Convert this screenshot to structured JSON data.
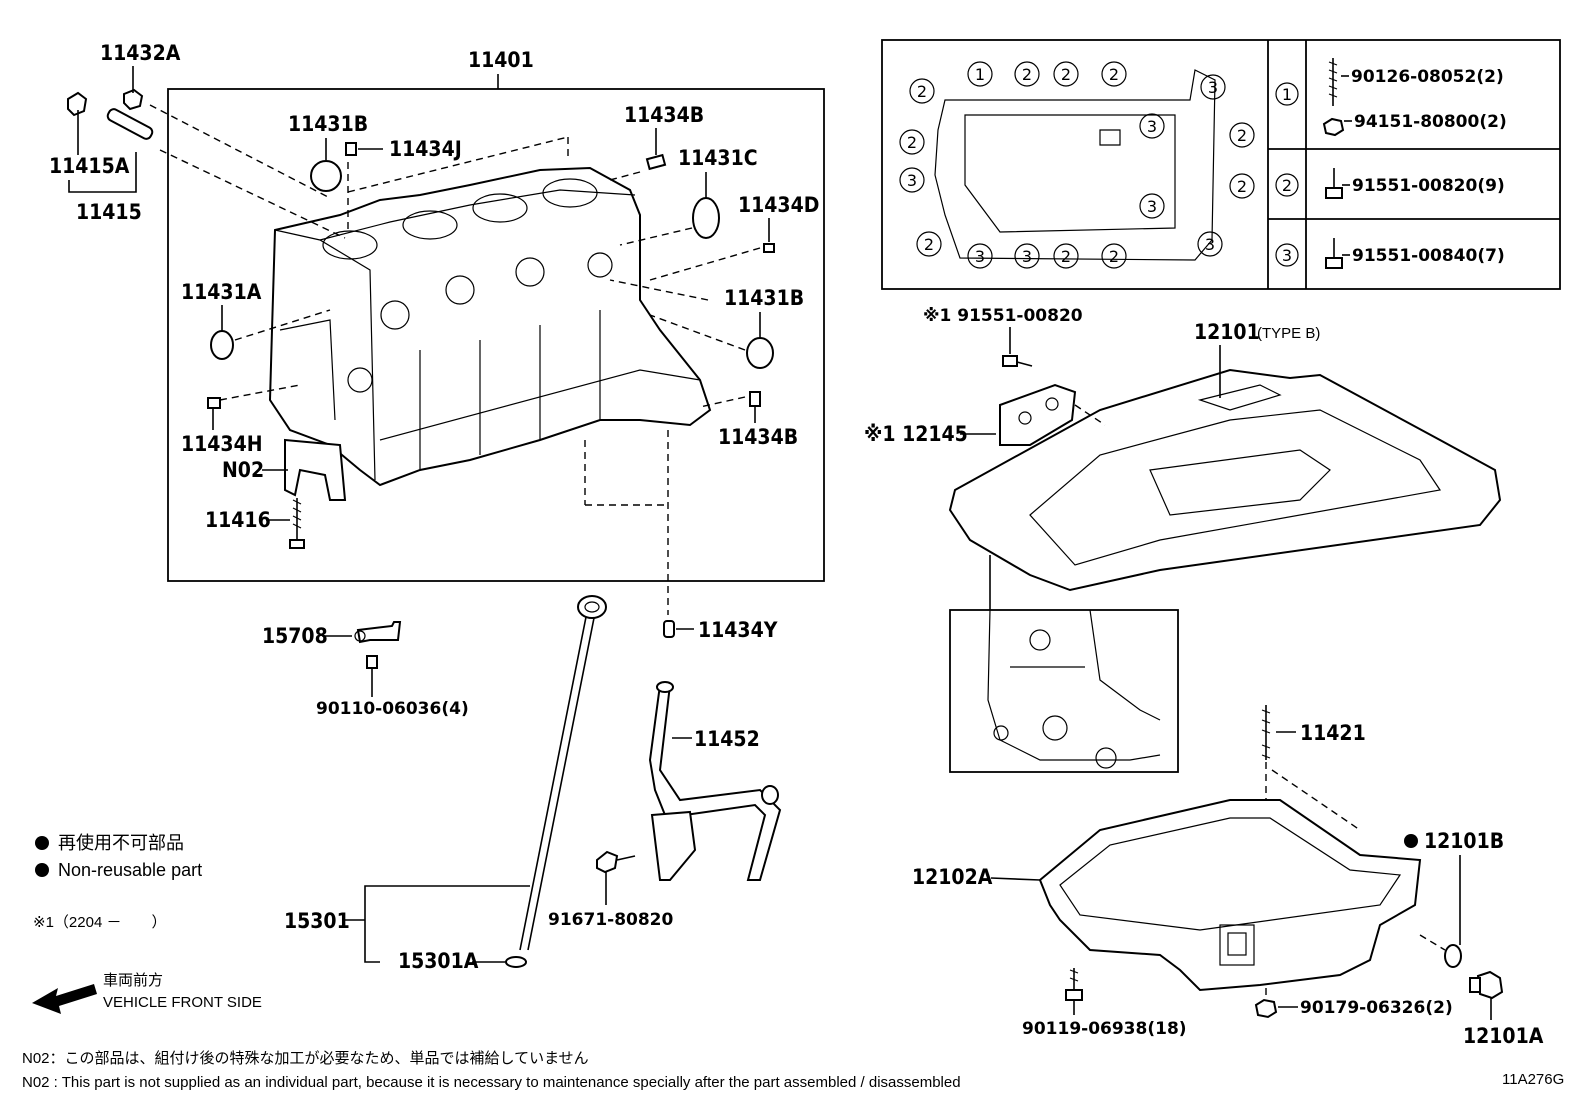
{
  "diagram_code": "11A276G",
  "labels": {
    "p11432A": "11432A",
    "p11401": "11401",
    "p11415A": "11415A",
    "p11415": "11415",
    "p11431B_top": "11431B",
    "p11434J": "11434J",
    "p11434B_top": "11434B",
    "p11431C": "11431C",
    "p11434D": "11434D",
    "p11431A": "11431A",
    "p11431B_right": "11431B",
    "p11434H": "11434H",
    "pN02": "N02",
    "p11434B_bottom": "11434B",
    "p11416": "11416",
    "p11434Y": "11434Y",
    "p15708": "15708",
    "p90110": "90110-06036(4)",
    "p11452": "11452",
    "p91671": "91671-80820",
    "p15301": "15301",
    "p15301A": "15301A",
    "p91551_ref": "※1 91551-00820",
    "p12101": "12101",
    "p12101_type": "(TYPE B)",
    "p12145": "※1 12145",
    "p11421": "11421",
    "p12101B": "12101B",
    "p12102A": "12102A",
    "p90119": "90119-06938(18)",
    "p90179": "90179-06326(2)",
    "p12101A": "12101A"
  },
  "bolt_table": [
    {
      "mark": "1",
      "parts": [
        "90126-08052(2)",
        "94151-80800(2)"
      ]
    },
    {
      "mark": "2",
      "parts": [
        "91551-00820(9)"
      ]
    },
    {
      "mark": "3",
      "parts": [
        "91551-00840(7)"
      ]
    }
  ],
  "gasket_marks": [
    "2",
    "1",
    "2",
    "2",
    "2",
    "3",
    "3",
    "2",
    "2",
    "3",
    "2",
    "3",
    "2",
    "3",
    "3",
    "3",
    "2",
    "2",
    "1",
    "3"
  ],
  "legend": {
    "non_reusable_jp": "再使用不可部品",
    "non_reusable_en": "Non-reusable part",
    "note1": "※1（2204 －　　）",
    "front_jp": "車両前方",
    "front_en": "VEHICLE FRONT SIDE"
  },
  "footnotes": {
    "n02_jp": "N02：この部品は、組付け後の特殊な加工が必要なため、単品では補給していません",
    "n02_en": "N02 : This part is not supplied as an individual part, because it is necessary to maintenance specially after the part assembled / disassembled"
  }
}
